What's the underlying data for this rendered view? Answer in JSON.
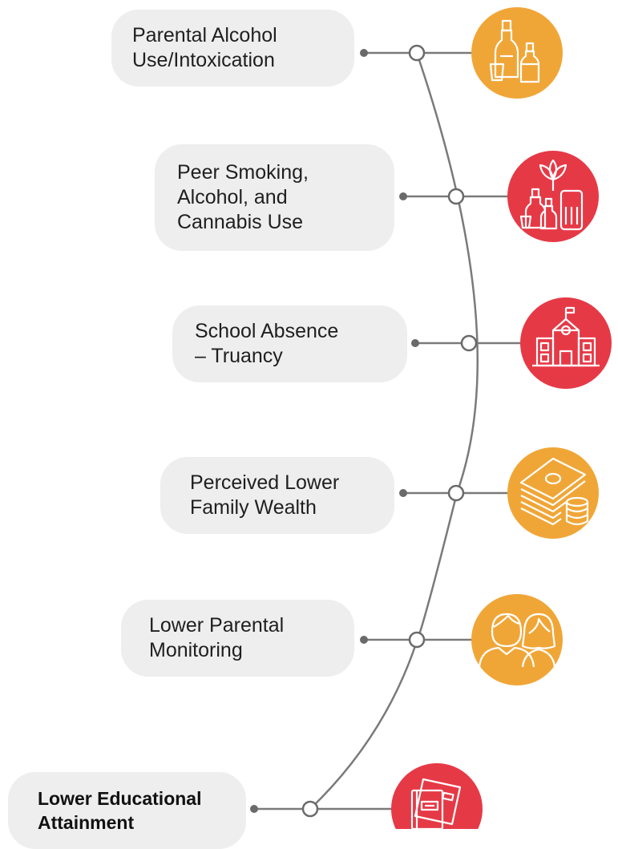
{
  "factors": [
    {
      "label": "Parental Alcohol\nUse/Intoxication",
      "icon": "alcohol-bottles-icon",
      "color": "#F0A637"
    },
    {
      "label": "Peer Smoking,\nAlcohol, and\nCannabis Use",
      "icon": "plant-bottles-vape-icon",
      "color": "#E63946"
    },
    {
      "label": "School Absence\n– Truancy",
      "icon": "school-building-icon",
      "color": "#E63946"
    },
    {
      "label": "Perceived Lower\nFamily Wealth",
      "icon": "money-stack-coins-icon",
      "color": "#F0A637"
    },
    {
      "label": "Lower Parental\nMonitoring",
      "icon": "parents-icon",
      "color": "#F0A637"
    },
    {
      "label": "Lower Educational\nAttainment",
      "icon": "notebooks-icon",
      "color": "#E63946"
    }
  ],
  "colors": {
    "orange": "#F0A637",
    "red": "#E63946",
    "line": "#7a7a7a",
    "pill": "#eeeeee"
  }
}
